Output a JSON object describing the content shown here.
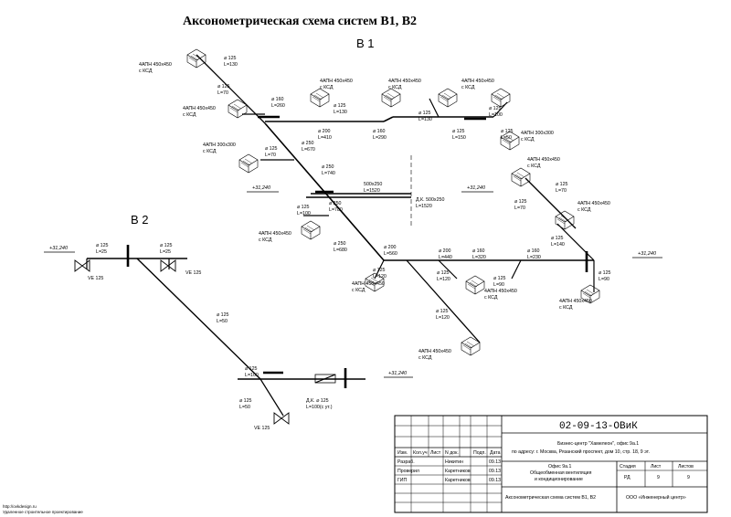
{
  "drawing": {
    "title": "Аксонометрическая схема систем В1, В2",
    "system_b1": "В 1",
    "system_b2": "В 2"
  },
  "grilles": {
    "g450": [
      "4АПН 450х450",
      "с КСД"
    ],
    "g300": [
      "4АПН 300х300",
      "с КСД"
    ]
  },
  "levels": {
    "top": "+31,240"
  },
  "pipes": [
    {
      "d": "⌀ 125",
      "l": "L=130"
    },
    {
      "d": "⌀ 125",
      "l": "L=70"
    },
    {
      "d": "⌀ 160",
      "l": "L=260"
    },
    {
      "d": "⌀ 125",
      "l": "L=130"
    },
    {
      "d": "⌀ 200",
      "l": "L=410"
    },
    {
      "d": "⌀ 160",
      "l": "L=290"
    },
    {
      "d": "⌀ 125",
      "l": "L=130"
    },
    {
      "d": "⌀ 125",
      "l": "L=150"
    },
    {
      "d": "⌀ 125",
      "l": "L=50"
    },
    {
      "d": "⌀ 125",
      "l": "L=100"
    },
    {
      "d": "⌀ 250",
      "l": "L=670"
    },
    {
      "d": "⌀ 125",
      "l": "L=70"
    },
    {
      "d": "⌀ 250",
      "l": "L=740"
    },
    {
      "d": "500х250",
      "l": "L=1520"
    },
    {
      "d": "Д.К. 500х250",
      "l": "L=1520"
    },
    {
      "d": "⌀ 250",
      "l": "L=780"
    },
    {
      "d": "⌀ 125",
      "l": "L=100"
    },
    {
      "d": "⌀ 250",
      "l": "L=680"
    },
    {
      "d": "⌀ 200",
      "l": "L=560"
    },
    {
      "d": "⌀ 125",
      "l": "L=120"
    },
    {
      "d": "⌀ 200",
      "l": "L=440"
    },
    {
      "d": "⌀ 125",
      "l": "L=120"
    },
    {
      "d": "⌀ 160",
      "l": "L=320"
    },
    {
      "d": "⌀ 125",
      "l": "L=90"
    },
    {
      "d": "⌀ 160",
      "l": "L=230"
    },
    {
      "d": "⌀ 125",
      "l": "L=90"
    },
    {
      "d": "⌀ 125",
      "l": "L=140"
    },
    {
      "d": "⌀ 125",
      "l": "L=70"
    },
    {
      "d": "⌀ 125",
      "l": "L=70"
    },
    {
      "d": "⌀ 125",
      "l": "L=120"
    },
    {
      "d": "⌀ 125",
      "l": "L=25"
    },
    {
      "d": "⌀ 125",
      "l": "L=25"
    },
    {
      "d": "⌀ 125",
      "l": "L=50"
    },
    {
      "d": "⌀ 125",
      "l": "L=100"
    },
    {
      "d": "Д.К. ⌀ 125",
      "l": "L=100(с ут.)"
    },
    {
      "d": "⌀ 125",
      "l": "L=50"
    }
  ],
  "valve": "VE 125",
  "stamp": {
    "code": "02-09-13-ОВиК",
    "object_line1": "Бизнес-центр \"Хамелеон\", офис 9а.1",
    "object_line2": "по адресу: г. Москва, Рязанский проспект, дом 10, стр. 18, 9 эт.",
    "headers": [
      "Изм.",
      "Кол.уч",
      "Лист",
      "N док.",
      "Подп.",
      "Дата"
    ],
    "roles": [
      {
        "role": "Разраб.",
        "name": "Никитин",
        "date": "09.13"
      },
      {
        "role": "Проверил",
        "name": "Каретников",
        "date": "09.13"
      },
      {
        "role": "ГИП",
        "name": "Каретников",
        "date": "09.13"
      }
    ],
    "section_line1": "Офис 9а.1",
    "section_line2": "Общеобменная вентиляция",
    "section_line3": "и кондиционирование",
    "col_stage": "Стадия",
    "col_sheet": "Лист",
    "col_sheets": "Листов",
    "stage": "РД",
    "sheet": "9",
    "sheets": "9",
    "sheet_title": "Аксонометрическая схема систем В1, В2",
    "company": "ООО «Инженерный центр»"
  },
  "footer": {
    "url": "http://ovkdesign.ru",
    "caption": "Удаленное строительное проектирование"
  }
}
